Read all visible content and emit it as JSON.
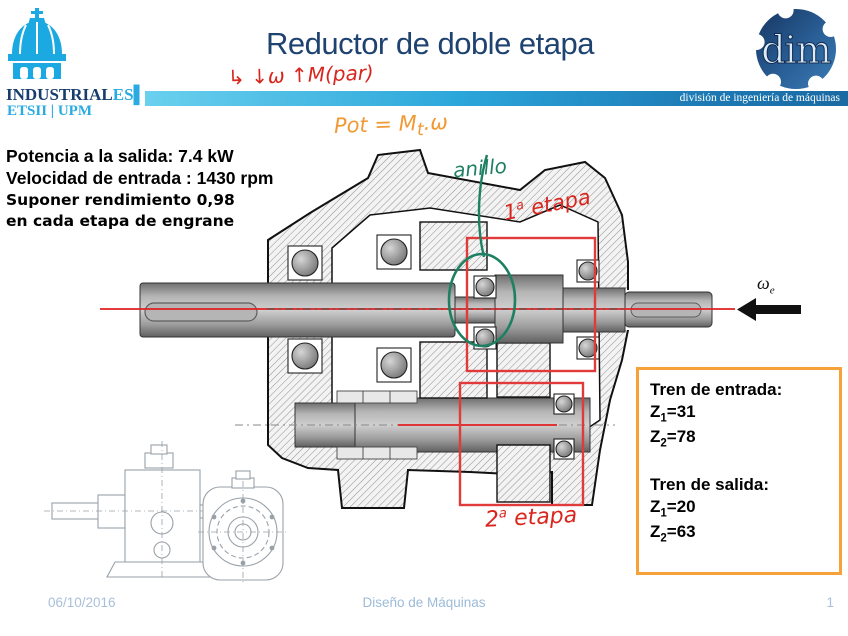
{
  "header": {
    "title": "Reductor de doble etapa",
    "handwriting_red": "↳ ↓ω ↑M(par)",
    "banner_text": "división de ingeniería de máquinas",
    "logo": {
      "industrial": "INDUSTRIAL",
      "es": "ES",
      "cursor": "▌",
      "subtitle": "ETSII | UPM"
    },
    "dim_logo_text": "dim"
  },
  "problem": {
    "line1": "Potencia a la salida: 7.4 kW",
    "line2": "Velocidad de entrada : 1430 rpm",
    "line3": "Suponer rendimiento 0,98",
    "line4": "en cada etapa de engrane"
  },
  "annotations": {
    "pot": {
      "prefix": "Pot = M",
      "sub": "t",
      "suffix": ".ω"
    },
    "anillo": "anillo",
    "stage1": {
      "num": "1",
      "sup": "a",
      "rest": " etapa"
    },
    "stage2": {
      "num": "2",
      "sup": "a",
      "rest": " etapa"
    },
    "omega_in": {
      "base": "ω",
      "sub": "e"
    }
  },
  "gear_box": {
    "entrada_title": "Tren de entrada:",
    "entrada_z1": {
      "base": "Z",
      "sub": "1",
      "val": "=31"
    },
    "entrada_z2": {
      "base": "Z",
      "sub": "2",
      "val": "=78"
    },
    "salida_title": "Tren de salida:",
    "salida_z1": {
      "base": "Z",
      "sub": "1",
      "val": "=20"
    },
    "salida_z2": {
      "base": "Z",
      "sub": "2",
      "val": "=63"
    }
  },
  "footer": {
    "date": "06/10/2016",
    "course": "Diseño de Máquinas",
    "page": "1"
  },
  "colors": {
    "title": "#1e4370",
    "logo_cyan": "#1CA9E1",
    "logo_navy": "#173d6d",
    "annotation_red": "#d9251d",
    "annotation_green": "#1e8063",
    "annotation_orange": "#f09a36",
    "box_border_orange": "#f6a13a",
    "banner_left": "#6ad0ee",
    "banner_right": "#1a6aa3",
    "centerline_red": "#e02020"
  }
}
